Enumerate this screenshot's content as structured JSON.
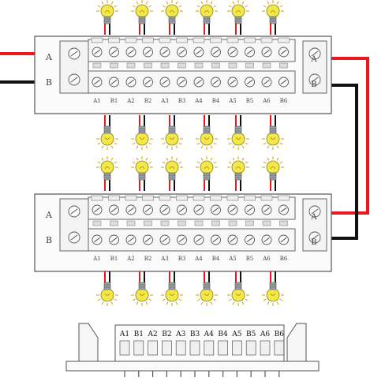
{
  "diagram": {
    "colors": {
      "red_wire": "#e8191c",
      "black_wire": "#111111",
      "bulb_glass": "#f2e84a",
      "bulb_base": "#9aa0a4",
      "board_outline": "#555555"
    },
    "boards": [
      {
        "input_labels": [
          "A",
          "B"
        ],
        "output_labels": [
          "A",
          "B"
        ],
        "terminal_labels": [
          "A1",
          "B1",
          "A2",
          "B2",
          "A3",
          "B3",
          "A4",
          "B4",
          "A5",
          "B5",
          "A6",
          "B6"
        ]
      },
      {
        "input_labels": [
          "A",
          "B"
        ],
        "output_labels": [
          "A",
          "B"
        ],
        "terminal_labels": [
          "A1",
          "B1",
          "A2",
          "B2",
          "A3",
          "B3",
          "A4",
          "B4",
          "A5",
          "B5",
          "A6",
          "B6"
        ]
      }
    ],
    "side_view": {
      "terminal_labels": [
        "A1",
        "B1",
        "A2",
        "B2",
        "A3",
        "B3",
        "A4",
        "B4",
        "A5",
        "B5",
        "A6",
        "B6"
      ]
    },
    "icons": {
      "bulb": "light-bulb-icon",
      "screw": "screw-icon"
    }
  }
}
